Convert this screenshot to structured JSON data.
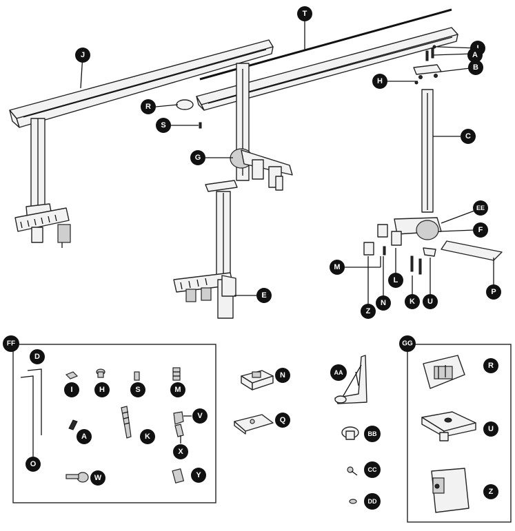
{
  "labels": {
    "T": "T",
    "J": "J",
    "I": "I",
    "A": "A",
    "B": "B",
    "H": "H",
    "R": "R",
    "S": "S",
    "C": "C",
    "G": "G",
    "EE": "EE",
    "F": "F",
    "M": "M",
    "P": "P",
    "E": "E",
    "L": "L",
    "Z": "Z",
    "N": "N",
    "K": "K",
    "U": "U"
  },
  "kit_ff": {
    "title": "FF",
    "D": "D",
    "I": "I",
    "H": "H",
    "S": "S",
    "M": "M",
    "V": "V",
    "A": "A",
    "K": "K",
    "X": "X",
    "O": "O",
    "W": "W",
    "Y": "Y"
  },
  "loose_parts": {
    "N": "N",
    "Q": "Q",
    "AA": "AA",
    "BB": "BB",
    "CC": "CC",
    "DD": "DD"
  },
  "kit_gg": {
    "title": "GG",
    "R": "R",
    "U": "U",
    "Z": "Z"
  }
}
